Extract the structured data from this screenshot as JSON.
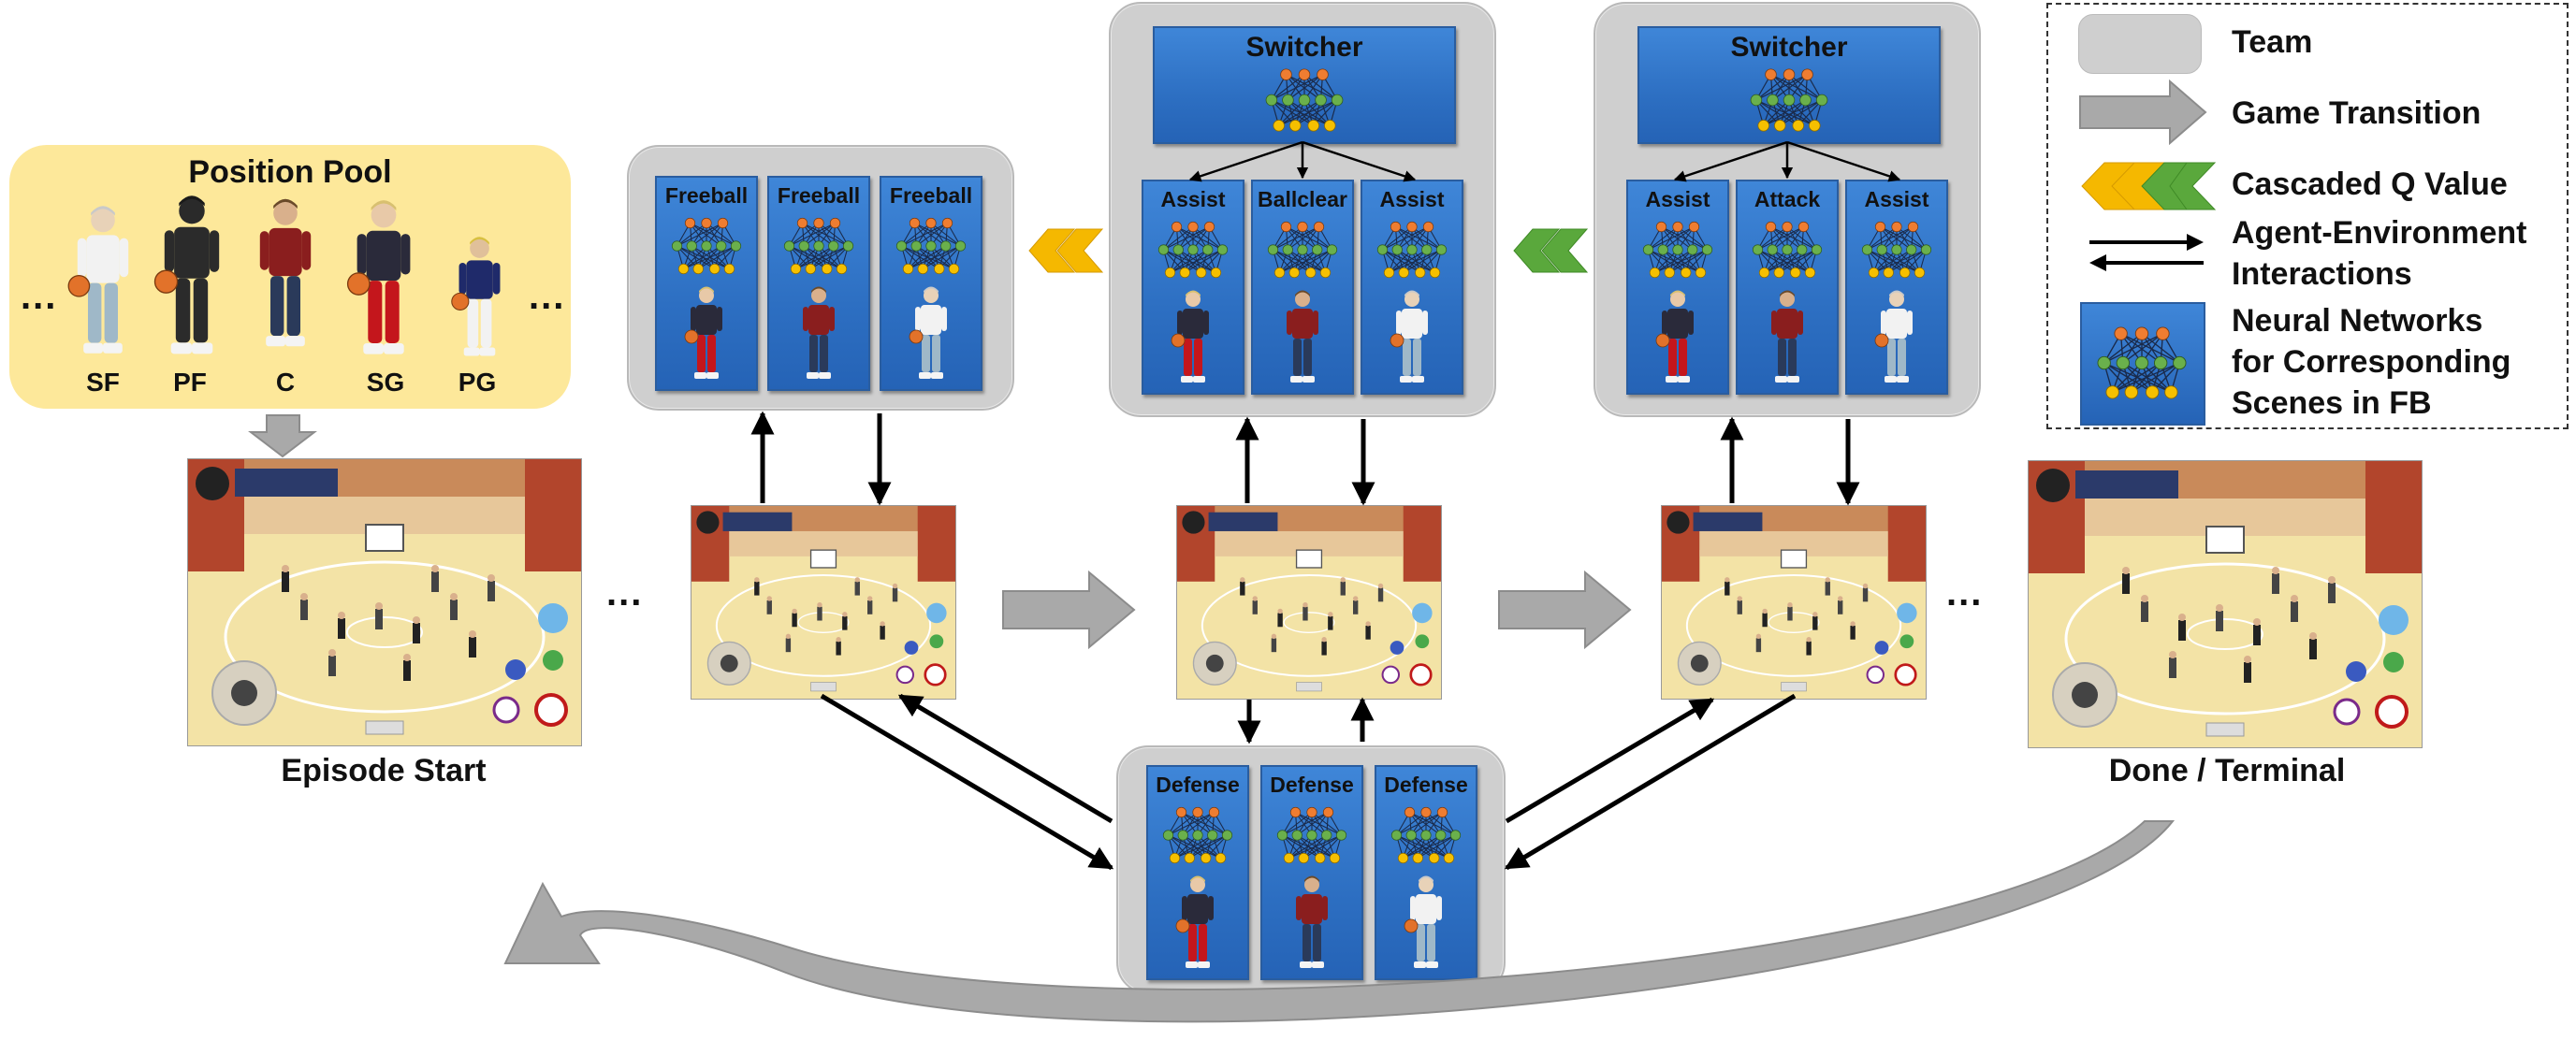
{
  "position_pool": {
    "title": "Position Pool",
    "positions": [
      "SF",
      "PF",
      "C",
      "SG",
      "PG"
    ],
    "ellipsis_left": "...",
    "ellipsis_right": "..."
  },
  "ellipsis_between": "...",
  "labels": {
    "episode_start": "Episode Start",
    "done_terminal": "Done / Terminal"
  },
  "teams": {
    "freeball": {
      "cards": [
        "Freeball",
        "Freeball",
        "Freeball"
      ]
    },
    "switcher_1": {
      "switcher": "Switcher",
      "cards": [
        "Assist",
        "Ballclear",
        "Assist"
      ]
    },
    "switcher_2": {
      "switcher": "Switcher",
      "cards": [
        "Assist",
        "Attack",
        "Assist"
      ]
    },
    "defense": {
      "cards": [
        "Defense",
        "Defense",
        "Defense"
      ]
    }
  },
  "legend": {
    "team": "Team",
    "game_transition": "Game Transition",
    "cascaded_q": "Cascaded Q Value",
    "interactions_1": "Agent-Environment",
    "interactions_2": "Interactions",
    "nn_1": "Neural Networks",
    "nn_2": "for Corresponding",
    "nn_3": "Scenes in FB"
  },
  "colors": {
    "team_fill": "#cfcfcf",
    "pool_fill": "#fde89a",
    "card_blue": "#2d6fc2",
    "q_yellow": "#f5b800",
    "q_green": "#5aa83c",
    "node_orange": "#ef7d31",
    "node_green": "#6ab04c",
    "node_yellow": "#f6c000"
  }
}
